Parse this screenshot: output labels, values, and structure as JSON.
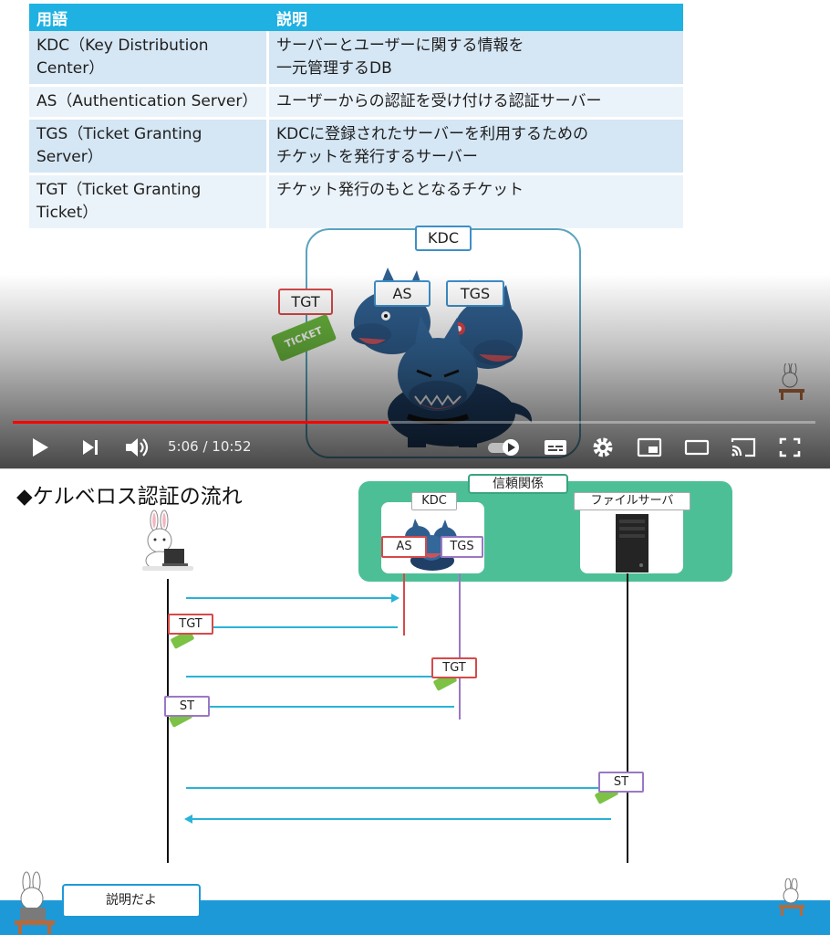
{
  "video": {
    "table": {
      "headers": [
        "用語",
        "説明"
      ],
      "rows": [
        {
          "term": "KDC（Key Distribution Center）",
          "desc": "サーバーとユーザーに関する情報を\n一元管理するDB"
        },
        {
          "term": "AS（Authentication Server）",
          "desc": "ユーザーからの認証を受け付ける認証サーバー"
        },
        {
          "term": "TGS（Ticket Granting Server）",
          "desc": "KDCに登録されたサーバーを利用するための\nチケットを発行するサーバー"
        },
        {
          "term": "TGT（Ticket Granting Ticket）",
          "desc": "チケット発行のもととなるチケット"
        }
      ]
    },
    "illustration": {
      "kdc_label": "KDC",
      "as_label": "AS",
      "tgs_label": "TGS",
      "tgt_label": "TGT",
      "ticket_text": "TICKET"
    },
    "player": {
      "time": "5:06 / 10:52",
      "progress": 0.468,
      "colors": {
        "played": "#ff0000",
        "accent": "#1fb1e2"
      },
      "icons": [
        "play-icon",
        "next-icon",
        "volume-icon",
        "autoplay-toggle-icon",
        "subtitles-icon",
        "settings-gear-icon",
        "miniplayer-icon",
        "theater-mode-icon",
        "cast-icon",
        "fullscreen-icon"
      ]
    }
  },
  "slide": {
    "title": "◆ケルベロス認証の流れ",
    "trust_label": "信頼関係",
    "kdc_label": "KDC",
    "as_label": "AS",
    "tgs_label": "TGS",
    "file_server_label": "ファイルサーバ",
    "flow_labels": {
      "tgt_1": "TGT",
      "tgt_2": "TGT",
      "st_1": "ST",
      "st_2": "ST"
    },
    "speech": "説明だよ",
    "colors": {
      "trust_bg": "#4dbf97",
      "arrow": "#29b3d8",
      "bottom_bar": "#1d99d8",
      "as_line": "#d64a4a",
      "tgs_line": "#9a78c4"
    }
  }
}
